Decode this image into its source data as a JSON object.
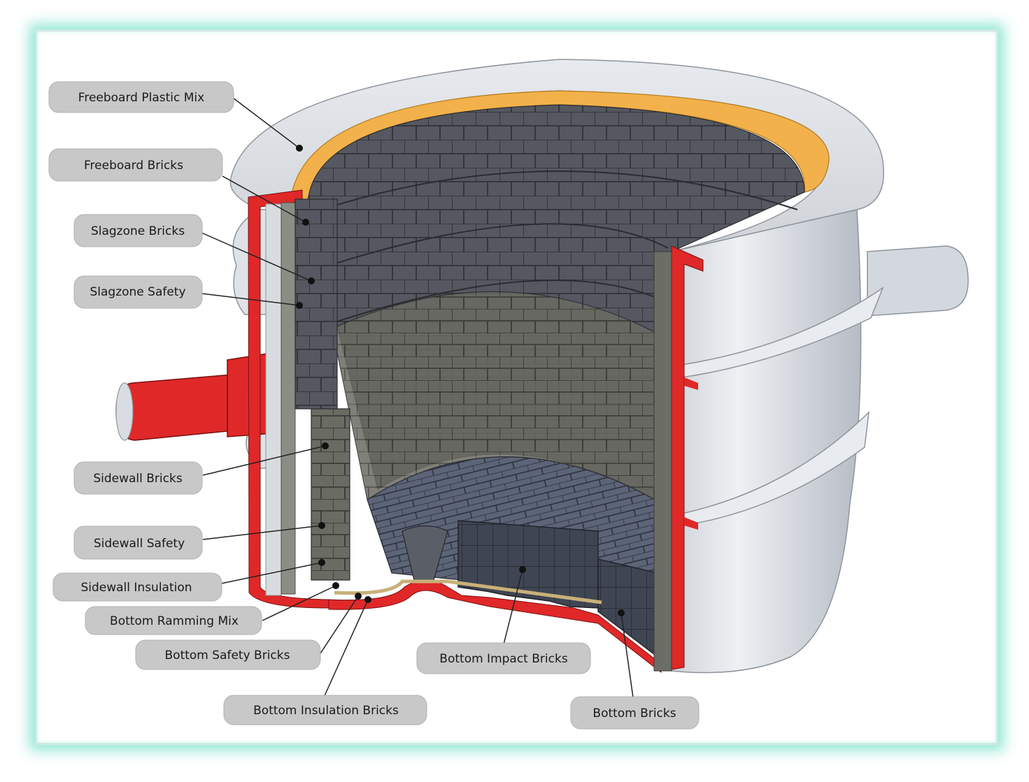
{
  "labels": {
    "freeboard_plastic_mix": "Freeboard Plastic Mix",
    "freeboard_bricks": "Freeboard Bricks",
    "slagzone_bricks": "Slagzone Bricks",
    "slagzone_safety": "Slagzone Safety",
    "sidewall_bricks": "Sidewall Bricks",
    "sidewall_safety": "Sidewall Safety",
    "sidewall_insulation": "Sidewall Insulation",
    "bottom_ramming_mix": "Bottom Ramming Mix",
    "bottom_safety_bricks": "Bottom Safety Bricks",
    "bottom_insulation_bricks": "Bottom Insulation Bricks",
    "bottom_impact_bricks": "Bottom Impact Bricks",
    "bottom_bricks": "Bottom Bricks"
  },
  "colors": {
    "shell": "#dfe3e8",
    "shell_shadow": "#b9bec6",
    "steel_cut": "#e02828",
    "plastic_mix": "#f2b14a",
    "brick_dark": "#4b4f58",
    "brick_mid": "#6b6e68",
    "brick_line": "#2a2c30",
    "label_bg": "#c9c8c8"
  }
}
